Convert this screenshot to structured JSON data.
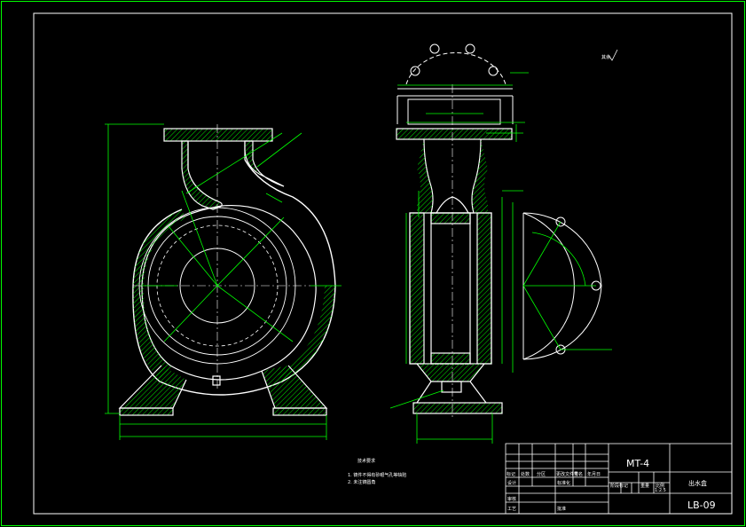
{
  "title_block": {
    "model": "MT-4",
    "part_name": "出水盒",
    "drawing_number": "LB-09",
    "header_labels": [
      "标记",
      "处数",
      "分区",
      "更改文件号",
      "签名",
      "年月日"
    ],
    "role_labels": [
      "设计",
      "标准化",
      "审核",
      "工艺",
      "批准"
    ],
    "stage_labels": [
      "阶段标记",
      "重量",
      "比例"
    ],
    "scale_value": "1:2.5"
  },
  "notes": {
    "title": "技术要求",
    "items": [
      "1. 铸件不得有砂眼气孔等缺陷",
      "2. 未注铸圆角"
    ]
  },
  "surface_note": "其余"
}
